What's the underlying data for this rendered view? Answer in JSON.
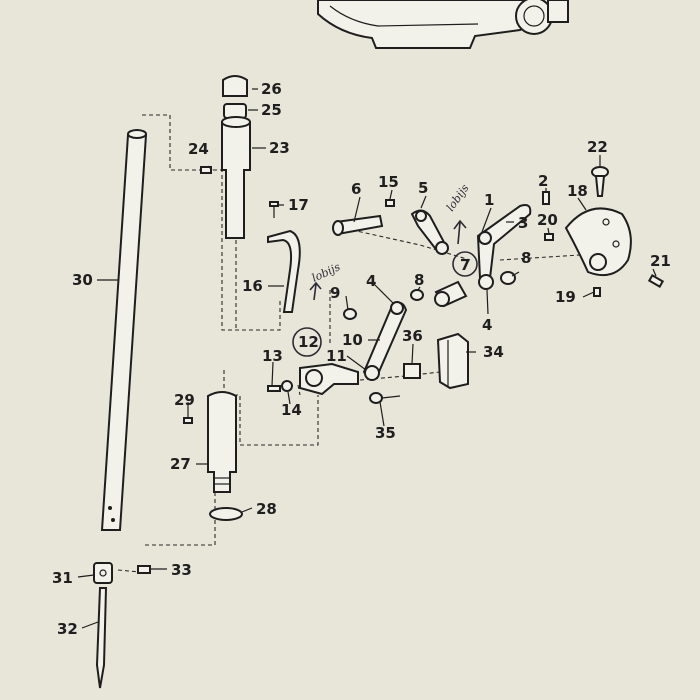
{
  "diagram": {
    "parts": [
      {
        "id": "p26",
        "label": "26"
      },
      {
        "id": "p25",
        "label": "25"
      },
      {
        "id": "p24",
        "label": "24"
      },
      {
        "id": "p23",
        "label": "23"
      },
      {
        "id": "p22",
        "label": "22"
      },
      {
        "id": "p15",
        "label": "15"
      },
      {
        "id": "p6",
        "label": "6"
      },
      {
        "id": "p5",
        "label": "5"
      },
      {
        "id": "p1",
        "label": "1"
      },
      {
        "id": "p2",
        "label": "2"
      },
      {
        "id": "p18",
        "label": "18"
      },
      {
        "id": "p17",
        "label": "17"
      },
      {
        "id": "p3",
        "label": "3"
      },
      {
        "id": "p20",
        "label": "20"
      },
      {
        "id": "p7",
        "label": "7"
      },
      {
        "id": "p8a",
        "label": "8"
      },
      {
        "id": "p8b",
        "label": "8"
      },
      {
        "id": "p30",
        "label": "30"
      },
      {
        "id": "p4a",
        "label": "4"
      },
      {
        "id": "p21",
        "label": "21"
      },
      {
        "id": "p16",
        "label": "16"
      },
      {
        "id": "p9",
        "label": "9"
      },
      {
        "id": "p19",
        "label": "19"
      },
      {
        "id": "p4b",
        "label": "4"
      },
      {
        "id": "p10",
        "label": "10"
      },
      {
        "id": "p12",
        "label": "12"
      },
      {
        "id": "p36",
        "label": "36"
      },
      {
        "id": "p34",
        "label": "34"
      },
      {
        "id": "p13",
        "label": "13"
      },
      {
        "id": "p11",
        "label": "11"
      },
      {
        "id": "p14",
        "label": "14"
      },
      {
        "id": "p29",
        "label": "29"
      },
      {
        "id": "p35",
        "label": "35"
      },
      {
        "id": "p27",
        "label": "27"
      },
      {
        "id": "p28",
        "label": "28"
      },
      {
        "id": "p31",
        "label": "31"
      },
      {
        "id": "p33",
        "label": "33"
      },
      {
        "id": "p32",
        "label": "32"
      }
    ],
    "handwritten_notes": [
      {
        "id": "note-upper",
        "text": "lobijs"
      },
      {
        "id": "note-lower",
        "text": "lobijs"
      }
    ],
    "colors": {
      "paper": "#e7e6d9",
      "ink": "#1e1e1e",
      "pen": "#2b2b35"
    }
  }
}
